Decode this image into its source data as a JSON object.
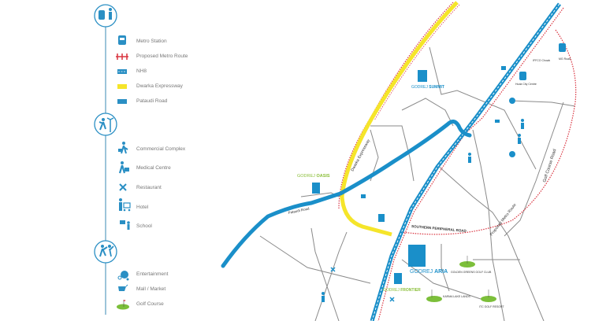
{
  "legend": {
    "group_icons": [
      "metro-shopping-icon",
      "leisure-icon",
      "sports-icon"
    ],
    "transport": [
      {
        "icon": "metro-station-icon",
        "label": "Metro Station"
      },
      {
        "icon": "proposed-metro-route-icon",
        "label": "Proposed Metro Route"
      },
      {
        "icon": "nh8-icon",
        "label": "NH8"
      },
      {
        "icon": "dwarka-expressway-icon",
        "label": "Dwarka Expressway"
      },
      {
        "icon": "pataudi-road-icon",
        "label": "Pataudi Road"
      }
    ],
    "amenities": [
      {
        "icon": "commercial-complex-icon",
        "label": "Commercial Complex"
      },
      {
        "icon": "medical-centre-icon",
        "label": "Medical Centre"
      },
      {
        "icon": "restaurant-icon",
        "label": "Restaurant"
      },
      {
        "icon": "hotel-icon",
        "label": "Hotel"
      },
      {
        "icon": "school-icon",
        "label": "School"
      }
    ],
    "leisure": [
      {
        "icon": "entertainment-icon",
        "label": "Entertainment"
      },
      {
        "icon": "mall-market-icon",
        "label": "Mall / Market"
      },
      {
        "icon": "golf-course-icon",
        "label": "Golf Course"
      }
    ]
  },
  "colors": {
    "accent": "#1a8fc9",
    "expressway": "#f5e52a",
    "metro_proposed": "#d9333f",
    "road": "#888888",
    "golf": "#7cbf3a",
    "project_green": "#8bbf3a"
  },
  "map": {
    "roads": {
      "dwarka": "Dwarka Expressway",
      "pataudi": "Pataudi Road",
      "spr": "SOUTHERN PERIPHERAL ROAD",
      "golf_course": "Golf Course Road",
      "proposed_metro": "Proposed Metro Route"
    },
    "projects": {
      "summit": {
        "brand": "GODREJ",
        "name": "SUMMIT"
      },
      "oasis": {
        "brand": "GODREJ",
        "name": "OASIS"
      },
      "aria": {
        "brand": "GODREJ",
        "name": "ARIA"
      },
      "frontier": {
        "brand": "GODREJ",
        "name": "FRONTIER"
      }
    },
    "golf": [
      "GOLDEN GREENS GOLF CLUB",
      "KARMA LAKE LANDS",
      "ITC GOLF RESORT"
    ],
    "stations": [
      "IFFCO Chowk",
      "MG Road",
      "Huda City Centre"
    ]
  }
}
